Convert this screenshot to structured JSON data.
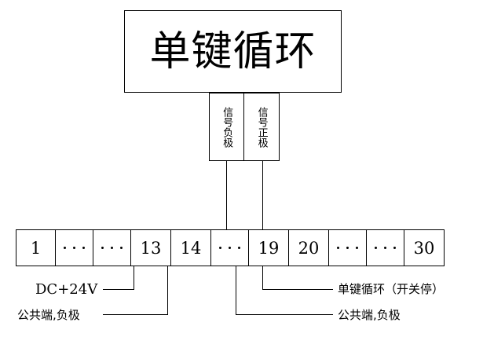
{
  "diagram": {
    "device": {
      "title": "单键循环"
    },
    "signal_terminals": [
      {
        "name": "signal-negative",
        "label": "信号负极"
      },
      {
        "name": "signal-positive",
        "label": "信号正极"
      }
    ],
    "terminal_strip": {
      "cells": [
        {
          "type": "number",
          "label": "1"
        },
        {
          "type": "dots",
          "label": ""
        },
        {
          "type": "dots",
          "label": ""
        },
        {
          "type": "number",
          "label": "13"
        },
        {
          "type": "number",
          "label": "14"
        },
        {
          "type": "dots",
          "label": ""
        },
        {
          "type": "number",
          "label": "19"
        },
        {
          "type": "number",
          "label": "20"
        },
        {
          "type": "dots",
          "label": ""
        },
        {
          "type": "dots",
          "label": ""
        },
        {
          "type": "number",
          "label": "30"
        }
      ]
    },
    "annotations": [
      {
        "name": "dc-supply-label",
        "label": "DC+24V"
      },
      {
        "name": "common-negative-left-label",
        "label": "公共端,负极"
      },
      {
        "name": "single-key-cycle-label",
        "label": "单键循环（开关停）"
      },
      {
        "name": "common-negative-right-label",
        "label": "公共端,负极"
      }
    ],
    "colors": {
      "line": "#000000",
      "background": "#ffffff"
    }
  }
}
